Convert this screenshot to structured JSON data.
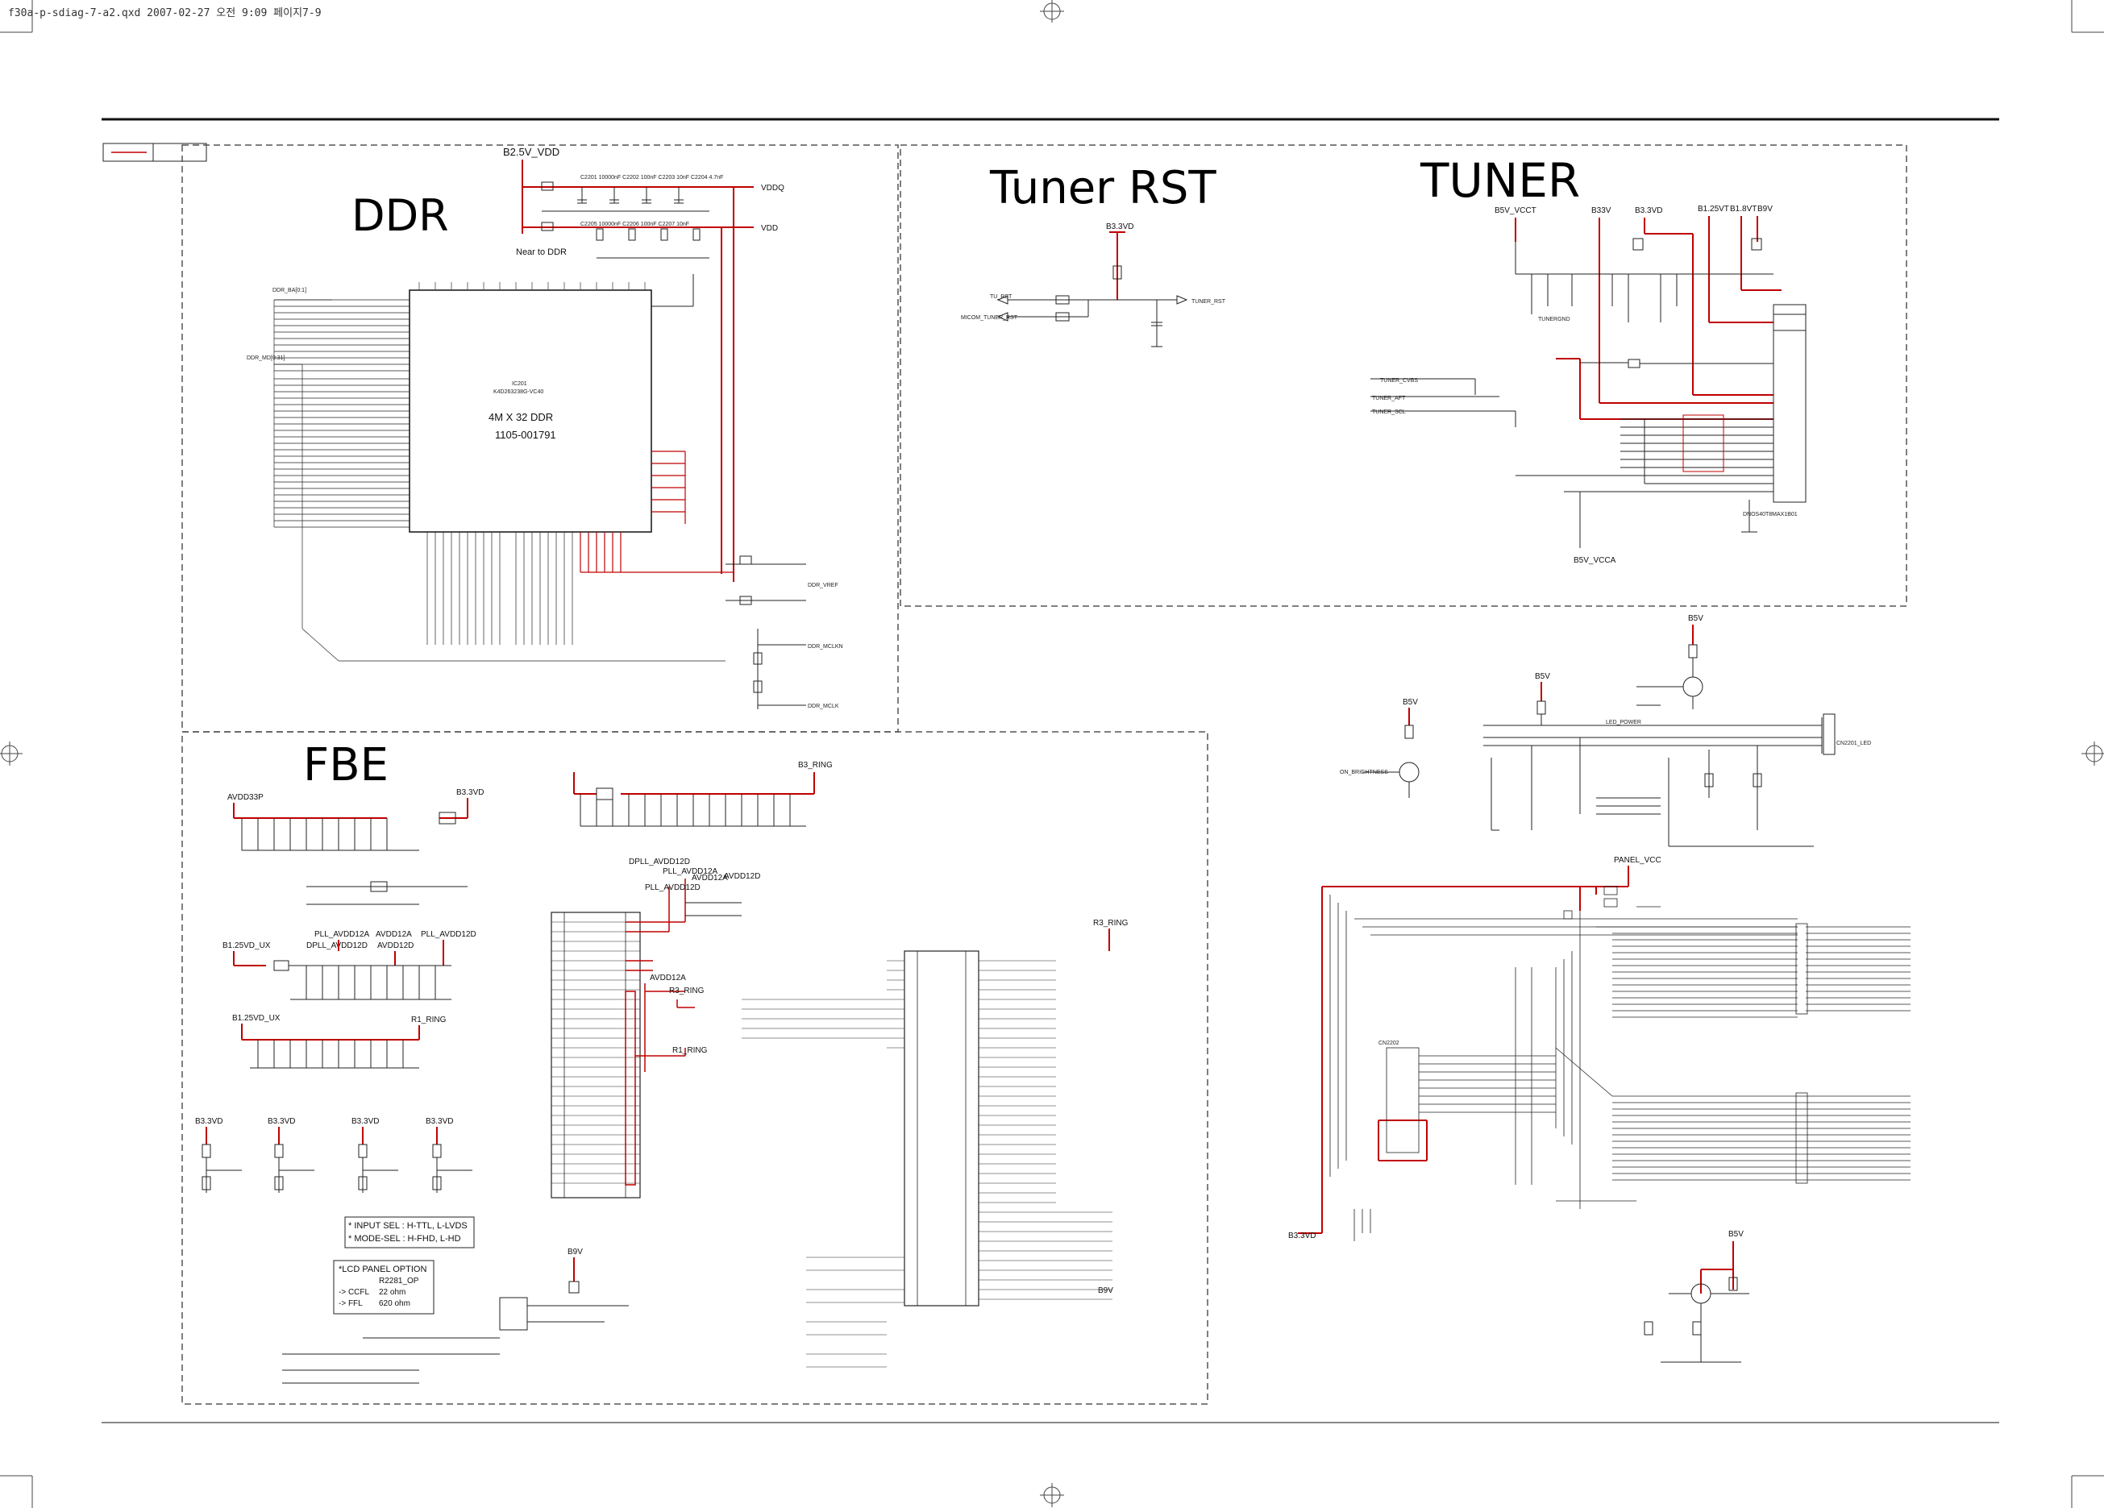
{
  "header": {
    "file_info": "f30a-p-sdiag-7-a2.qxd  2007-02-27  오전 9:09  페이지7-9"
  },
  "blocks": {
    "ddr": {
      "title": "DDR",
      "supply": "B2.5V_VDD",
      "note": "Near to DDR",
      "chip_ref": "IC201",
      "chip_part": "K4D263238G-VC40",
      "chip_desc": "4M X 32 DDR",
      "chip_code": "1105-001791"
    },
    "tuner_rst": {
      "title": "Tuner RST",
      "supply": "B3.3VD",
      "in1": "TU_RST",
      "in2": "MICOM_TUNER_RST",
      "out": "TUNER_RST"
    },
    "tuner": {
      "title": "TUNER",
      "rails": [
        "B5V_VCCT",
        "B33V",
        "B3.3VD",
        "B1.25VT",
        "B1.8VT",
        "B9V"
      ],
      "vcca": "B5V_VCCA",
      "sig1": "TUNER_CVBS",
      "sig2": "TUNER_AFT",
      "sig3": "TUNER_SCL",
      "gnd": "TUNERGND",
      "module": "DNOS40T8MAX1B01"
    },
    "fbe": {
      "title": "FBE",
      "rails": [
        "AVDD33P",
        "B3.3VD",
        "B3_RING",
        "B1.25VD_UX",
        "R1_RING",
        "PLL_AVDD12A",
        "DPLL_AVDD12D",
        "AVDD12A",
        "AVDD12D",
        "PLL_AVDD12D",
        "R3_RING",
        "B9V"
      ],
      "input_note": "* INPUT SEL : H-TTL, L-LVDS",
      "mode_note": "* MODE-SEL : H-FHD, L-HD",
      "option_title": "*LCD PANEL OPTION",
      "option_ref": "R2281_OP",
      "opt_ccfl_label": "-> CCFL",
      "opt_ccfl_val": "22 ohm",
      "opt_efl_label": "-> FFL",
      "opt_efl_val": "620 ohm"
    },
    "right": {
      "supply_b5v_1": "B5V",
      "supply_b5v_2": "B5V",
      "supply_b5v_3": "B5V",
      "panel_vcc": "PANEL_VCC",
      "supply_b33": "B3.3VD",
      "conn1": "CN2201_LED",
      "conn2": "CN2202"
    }
  },
  "colors": {
    "wire": "#1a1a1a",
    "highlight": "#c00000",
    "frame": "#555555"
  }
}
